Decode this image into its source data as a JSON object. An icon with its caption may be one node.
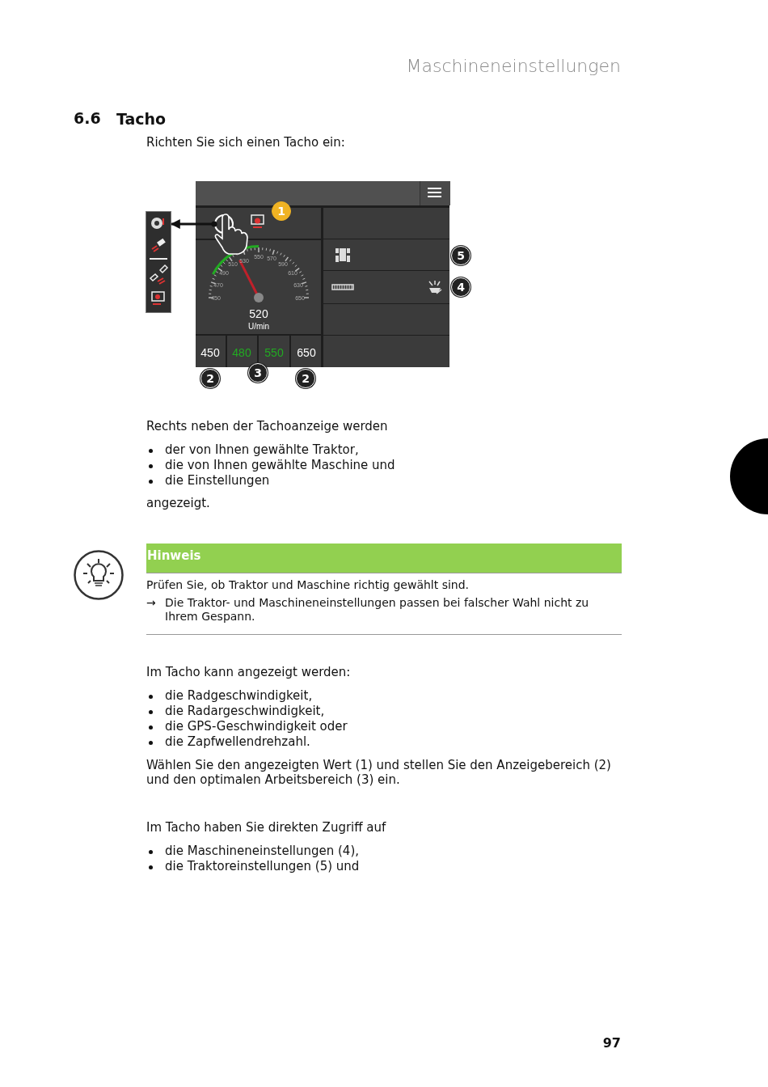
{
  "diagram": {
    "title": "Tacho",
    "nodes": [
      {
        "text": [],
        "shape": "circle"
      },
      {
        "text": [],
        "shape": "box"
      }
    ],
    "edges": [
      {
        "from": 0,
        "to": 1,
        "arrow": "to"
      }
    ],
    "labels": [
      "Maschineneinstellungen",
      "6.6",
      "Richten Sie sich einen Tacho ein:",
      "1",
      "530",
      "550",
      "570",
      "510",
      "590",
      "490",
      "610",
      "470",
      "630",
      "450",
      "650",
      "520",
      "U/min",
      "450",
      "480",
      "550",
      "650",
      "5",
      "4",
      "2",
      "3",
      "2",
      "Rechts neben der Tachoanzeige werden",
      "der von Ihnen gewählte Traktor,",
      "die von Ihnen gewählte Maschine und",
      "die Einstellungen",
      "angezeigt.",
      "Hinweis",
      "Prüfen Sie, ob Traktor und Maschine richtig gewählt sind.",
      "→",
      "Die Traktor- und Maschineneinstellungen passen bei falscher Wahl nicht zu Ihrem Gespann.",
      "Im Tacho kann angezeigt werden:",
      "die Radgeschwindigkeit,",
      "die Radargeschwindigkeit,",
      "die GPS-Geschwindigkeit oder",
      "die Zapfwellendrehzahl.",
      "Wählen Sie den angezeigten Wert (1) und stellen Sie den Anzeigebereich (2) und den optimalen Arbeitsbereich (3) ein.",
      "Im Tacho haben Sie direkten Zugriff auf",
      "die Maschineneinstellungen (4),",
      "die Traktoreinstellungen (5) und",
      "97"
    ]
  }
}
